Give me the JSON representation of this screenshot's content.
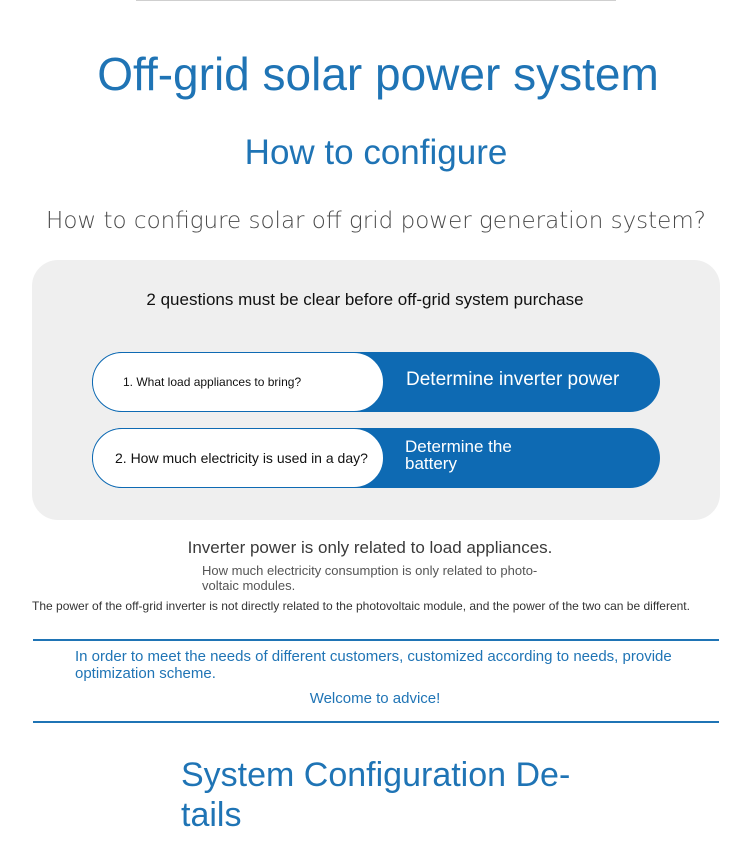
{
  "header": {
    "title": "Off-grid solar power system",
    "subtitle": "How to configure",
    "question": "How to configure solar off grid power generation system?"
  },
  "panel": {
    "heading": "2 questions must be clear before off-grid system purchase",
    "rows": [
      {
        "question": "1. What load appliances to bring?",
        "answer": "Determine inverter power"
      },
      {
        "question": "2. How much electricity is used in a day?",
        "answer": "Determine the battery"
      }
    ]
  },
  "notes": {
    "inverter": "Inverter power is only related to load appliances.",
    "consumption": "How much electricity consumption is only related to photo-voltaic modules.",
    "relation": "The power of the off-grid inverter is not directly related to the photovoltaic module, and the power of the two can be different."
  },
  "advice": {
    "text": "In order to meet the needs of different customers, customized according to needs, provide optimization scheme.",
    "welcome": "Welcome to advice!"
  },
  "section": {
    "title": "System Configuration De-tails"
  },
  "colors": {
    "brand_blue": "#1f74b5",
    "pill_blue": "#0e6ab3",
    "panel_gray": "#efefef"
  }
}
